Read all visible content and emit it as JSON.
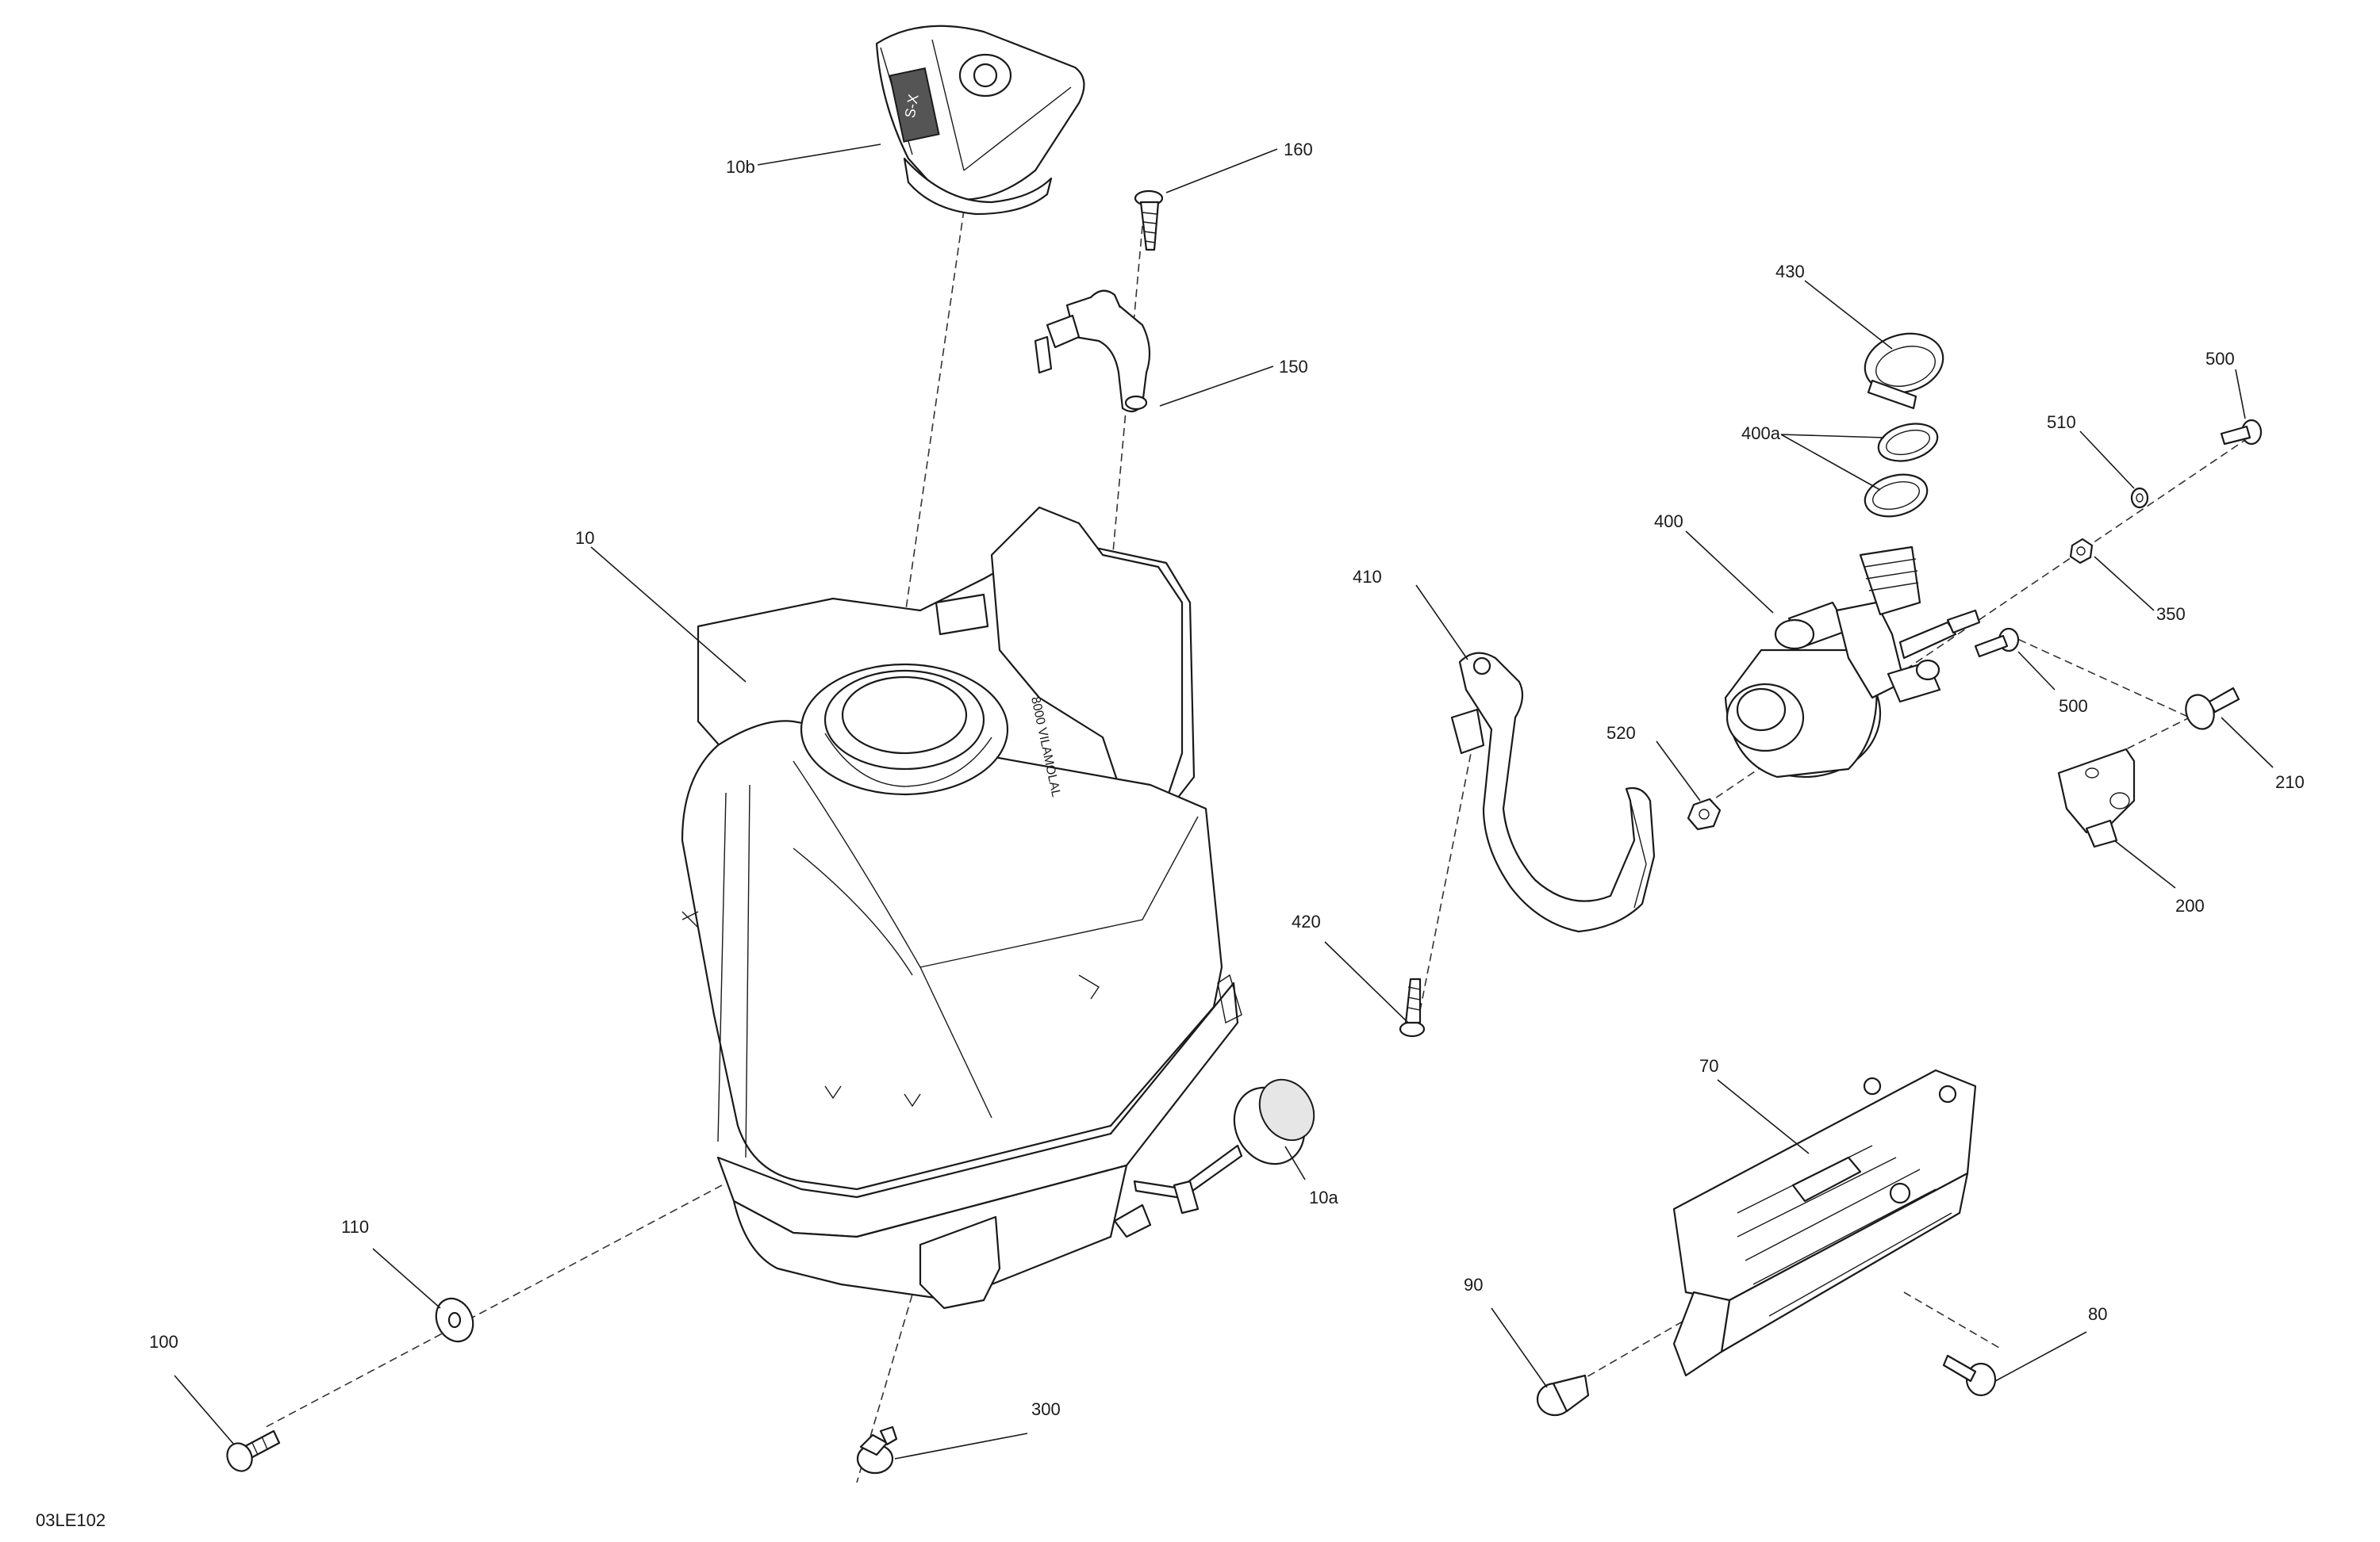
{
  "diagram_code": "03LE102",
  "callouts": {
    "c10b": "10b",
    "c160": "160",
    "c150": "150",
    "c10": "10",
    "c430": "430",
    "c400a": "400a",
    "c400": "400",
    "c500a": "500",
    "c510": "510",
    "c350": "350",
    "c500b": "500",
    "c410": "410",
    "c520": "520",
    "c210": "210",
    "c200": "200",
    "c420": "420",
    "c70": "70",
    "c10a": "10a",
    "c110": "110",
    "c100": "100",
    "c90": "90",
    "c80": "80",
    "c300": "300"
  },
  "tank_markings": {
    "molding_text": "8000 VILAMOLAL"
  },
  "cap_markings": {
    "logo_text": "S-X"
  }
}
